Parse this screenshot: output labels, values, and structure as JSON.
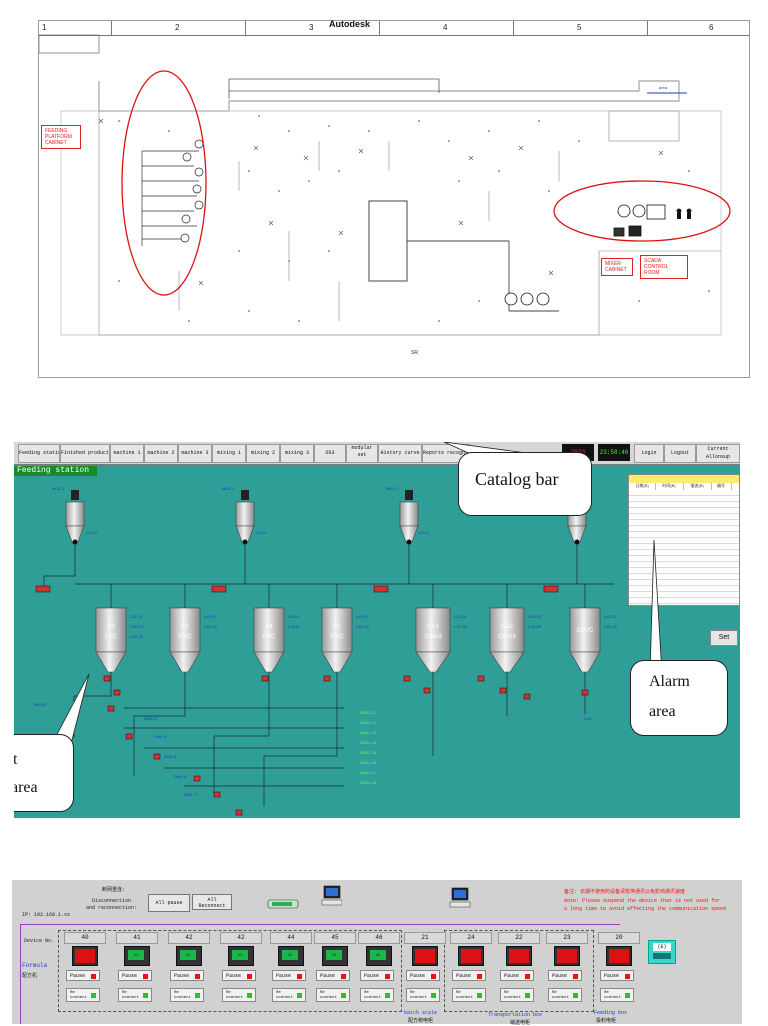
{
  "cad": {
    "title": "Autodesk",
    "columns": [
      "1",
      "2",
      "3",
      "4",
      "5",
      "6"
    ],
    "notes": {
      "feeding_platform": "FEEDING PLATFORM CABINET",
      "mixer_cabinet": "MIXER CABINET",
      "scada_room": "SCADA CONTROL ROOM"
    },
    "plan_label": "area",
    "bottom_label": "SR"
  },
  "scada": {
    "tabs": [
      "Feeding station",
      "Finished product",
      "machine 1",
      "machine 2",
      "machine 3",
      "mixing 1",
      "mixing 2",
      "mixing 3",
      "OS3",
      "modular set",
      "History curve",
      "Reports recognition"
    ],
    "clock_left": "2023",
    "clock_right": "23:58:46",
    "login": "Login",
    "logout": "Logout",
    "current_user_label": "Current",
    "current_user": "Allonsup",
    "station_title": "Feeding station",
    "alarm_headers": [
      "日期(B)",
      "时间(B)",
      "描述(B)",
      "编号"
    ],
    "set_button": "Set",
    "callouts": {
      "catalog": "Catalog bar",
      "alarm_line1": "Alarm",
      "alarm_line2": "area",
      "left_line1": "t",
      "left_line2": "area"
    },
    "hoppers": [
      {
        "name": "P3",
        "material": "PVC"
      },
      {
        "name": "P2",
        "material": "PVC"
      },
      {
        "name": "P4",
        "material": "PVC"
      },
      {
        "name": "P1",
        "material": "PVC"
      },
      {
        "name": "CA1",
        "material": "Caco3"
      },
      {
        "name": "CA2",
        "material": "Caco3"
      },
      {
        "name": "CPVC",
        "material": ""
      }
    ]
  },
  "panel": {
    "ip": "IP: 192.168.1.xx",
    "disc_label": "断网重连:",
    "disc_text1": "Disconnection",
    "disc_text2": "and reconnection:",
    "all_pause": "All pause",
    "all_reconnect_1": "All",
    "all_reconnect_2": "Reconnect",
    "note_cn": "备注: 长期不使用的设备请暂停通讯以免影响通讯速度",
    "note_en1": "Note: Please suspend the device that is not used for",
    "note_en2": "a long time to avoid affecting the communication speed",
    "device_no": "Device No.",
    "formula": "Formula",
    "formula_cn": "配方机",
    "pause": "Pause",
    "re_connect_1": "Re",
    "re_connect_2": "connect",
    "devices": [
      {
        "no": "40",
        "screen": "red"
      },
      {
        "no": "41",
        "screen": "green",
        "text": "41"
      },
      {
        "no": "42",
        "screen": "green",
        "text": "42"
      },
      {
        "no": "42",
        "screen": "green",
        "text": "42"
      },
      {
        "no": "44",
        "screen": "green",
        "text": "44"
      },
      {
        "no": "45",
        "screen": "green",
        "text": "45"
      },
      {
        "no": "46",
        "screen": "green",
        "text": "46"
      },
      {
        "no": "21",
        "screen": "red"
      },
      {
        "no": "24",
        "screen": "red"
      },
      {
        "no": "22",
        "screen": "red"
      },
      {
        "no": "23",
        "screen": "red"
      },
      {
        "no": "20",
        "screen": "red"
      }
    ],
    "batch_scale": "batch scale",
    "batch_scale_cn": "配方称电柜",
    "transport_box": "Transportation box",
    "transport_cn": "输送电柜",
    "feeding_box": "Feeding box",
    "feeding_cn": "投料电柜",
    "wifi_label": "(E)"
  }
}
